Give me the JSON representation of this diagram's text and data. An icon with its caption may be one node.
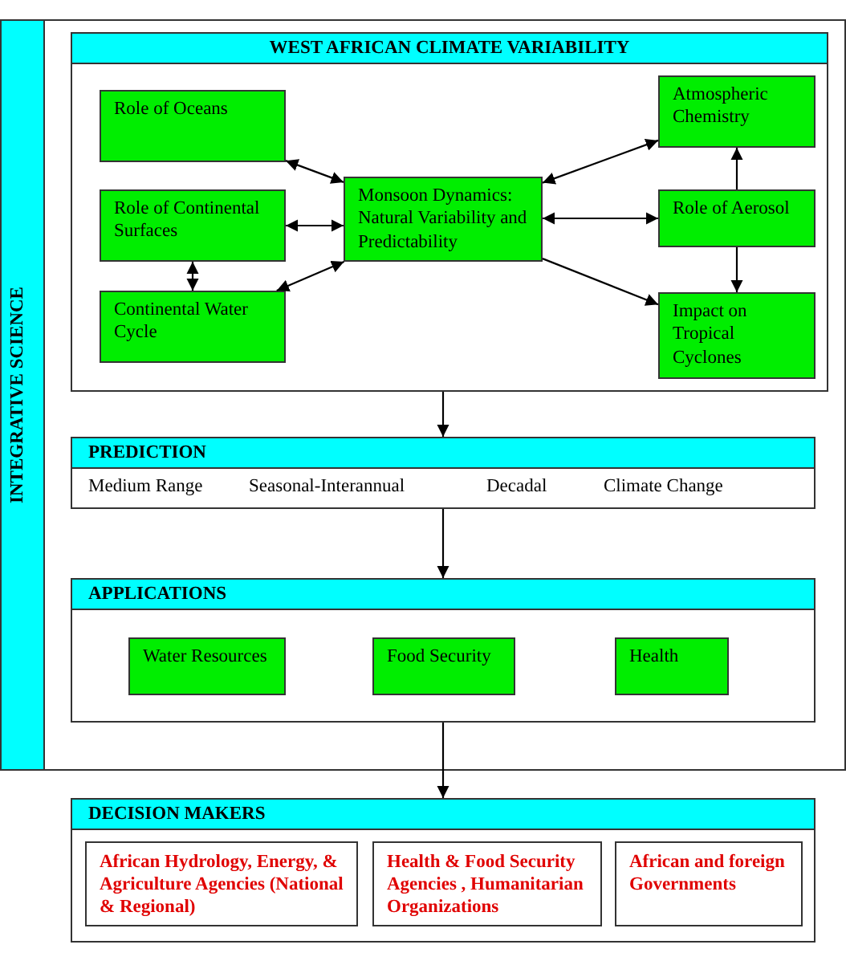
{
  "diagram": {
    "nodes": [
      {
        "text": [
          "INTEGRATIVE SCIENCE"
        ]
      },
      {
        "text": [
          "WEST AFRICAN CLIMATE VARIABILITY"
        ],
        "in": 0
      },
      {
        "text": [
          "Role of Oceans"
        ],
        "in": 1
      },
      {
        "text": [
          "Role of Continental Surfaces"
        ],
        "in": 1
      },
      {
        "text": [
          "Continental Water Cycle"
        ],
        "in": 1
      },
      {
        "text": [
          "Monsoon Dynamics: Natural Variability and Predictability"
        ],
        "in": 1
      },
      {
        "text": [
          "Atmospheric Chemistry"
        ],
        "in": 1
      },
      {
        "text": [
          "Role of Aerosol"
        ],
        "in": 1
      },
      {
        "text": [
          "Impact on Tropical Cyclones"
        ],
        "in": 1
      },
      {
        "text": [
          "PREDICTION",
          "Medium Range",
          "Seasonal-Interannual",
          "Decadal",
          "Climate Change"
        ],
        "in": 0
      },
      {
        "text": [
          "APPLICATIONS"
        ],
        "in": 0
      },
      {
        "text": [
          "Water Resources"
        ],
        "in": 10
      },
      {
        "text": [
          "Food Security"
        ],
        "in": 10
      },
      {
        "text": [
          "Health"
        ],
        "in": 10
      },
      {
        "text": [
          "DECISION MAKERS"
        ]
      },
      {
        "text": [
          "African Hydrology, Energy, & Agriculture Agencies (National & Regional)"
        ],
        "in": 14
      },
      {
        "text": [
          "Health & Food Security Agencies , Humanitarian Organizations"
        ],
        "in": 14
      },
      {
        "text": [
          "African and foreign Governments"
        ],
        "in": 14
      }
    ],
    "edges": [
      {
        "from": 2,
        "to": 5,
        "arrow": "both"
      },
      {
        "from": 3,
        "to": 5,
        "arrow": "both"
      },
      {
        "from": 3,
        "to": 4,
        "arrow": "both"
      },
      {
        "from": 4,
        "to": 5,
        "arrow": "both"
      },
      {
        "from": 5,
        "to": 6,
        "arrow": "both"
      },
      {
        "from": 5,
        "to": 7,
        "arrow": "both"
      },
      {
        "from": 7,
        "to": 6,
        "arrow": "to"
      },
      {
        "from": 7,
        "to": 8,
        "arrow": "to"
      },
      {
        "from": 5,
        "to": 8,
        "arrow": "to"
      },
      {
        "from": 1,
        "to": 9,
        "arrow": "to"
      },
      {
        "from": 9,
        "to": 10,
        "arrow": "to"
      },
      {
        "from": 10,
        "to": 14,
        "arrow": "to"
      }
    ]
  }
}
